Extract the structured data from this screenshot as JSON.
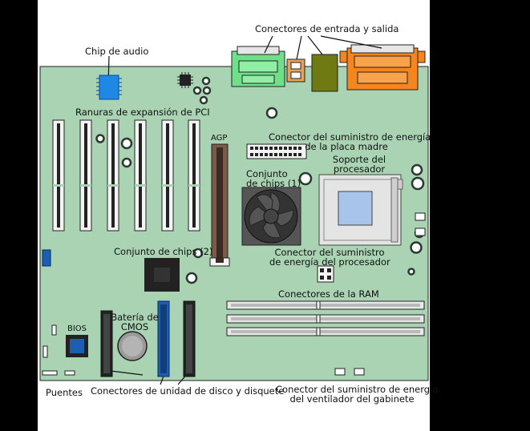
{
  "labels": {
    "io_connectors": "Conectores de entrada y salida",
    "audio_chip": "Chip de audio",
    "pci_slots": "Ranuras de expansión de PCI",
    "agp": "AGP",
    "mb_power_line1": "Conector del suministro de energía",
    "mb_power_line2": "de la placa madre",
    "chipset1_line1": "Conjunto",
    "chipset1_line2": "de chips (1)",
    "cpu_socket_line1": "Soporte del",
    "cpu_socket_line2": "procesador",
    "chipset2": "Conjunto de chips (2)",
    "cpu_power_line1": "Conector del suministro",
    "cpu_power_line2": "de energía del procesador",
    "ram": "Conectores de la RAM",
    "cmos_line1": "Batería de",
    "cmos_line2": "CMOS",
    "bios": "BIOS",
    "jumpers": "Puentes",
    "drive_connectors": "Conectores de unidad de disco y disquete",
    "case_fan_line1": "Conector del suministro de energía",
    "case_fan_line2": "del ventilador del gabinete"
  },
  "colors": {
    "board": "#a9d3b2",
    "white_background": "#ffffff",
    "audio_chip": "#1e88e5",
    "io_green": "#6fe08a",
    "io_orange": "#f5861f",
    "io_olive": "#6f7a12",
    "io_tan": "#e8a25a",
    "ide_blue": "#1a5fb4",
    "cpu_die": "#a8c4ea"
  }
}
